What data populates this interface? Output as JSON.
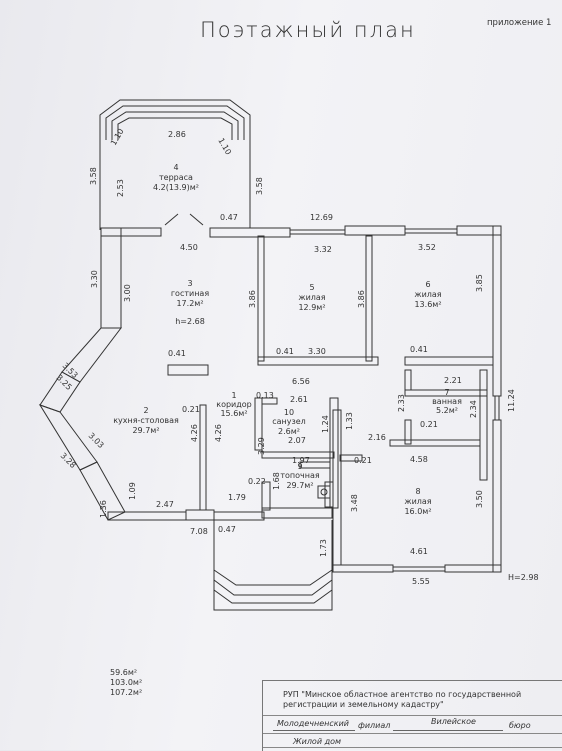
{
  "header": {
    "title": "Поэтажный план",
    "appendix": "приложение 1"
  },
  "rooms": [
    {
      "num": "4",
      "name": "терраса",
      "area": "4.2(13.9)м²"
    },
    {
      "num": "3",
      "name": "гостиная",
      "area": "17.2м²",
      "height": "h=2.68"
    },
    {
      "num": "5",
      "name": "жилая",
      "area": "12.9м²"
    },
    {
      "num": "6",
      "name": "жилая",
      "area": "13.6м²"
    },
    {
      "num": "1",
      "name": "коридор",
      "area": "15.6м²"
    },
    {
      "num": "2",
      "name": "кухня-столовая",
      "area": "29.7м²"
    },
    {
      "num": "10",
      "name": "санузел",
      "area": "2.6м²"
    },
    {
      "num": "7",
      "name": "ванная",
      "area": "5.2м²"
    },
    {
      "num": "9",
      "name": "топочная",
      "area": "29.7м²"
    },
    {
      "num": "8",
      "name": "жилая",
      "area": "16.0м²"
    }
  ],
  "dimensions": {
    "terrace_top": "2.86",
    "terrace_diag_left": "1.10",
    "terrace_diag_right": "1.10",
    "terrace_outer_left": "3.58",
    "terrace_inner_left": "2.53",
    "terrace_right": "3.58",
    "terrace_wall": "0.47",
    "top_total": "12.69",
    "living_top": "4.50",
    "room5_top": "3.32",
    "room6_top": "3.52",
    "living_left_outer": "3.30",
    "living_left_inner": "3.00",
    "room5_left": "3.86",
    "room5_right": "3.86",
    "room6_right": "3.85",
    "living_wall": "0.41",
    "room5_wall": "0.41",
    "room5_bottom": "3.30",
    "room6_wall": "0.41",
    "corridor_len": "6.56",
    "bath_top": "2.21",
    "bath_left": "2.33",
    "bath_right": "2.34",
    "right_total": "11.24",
    "bath_wall": "0.21",
    "kitchen_diag1": "3.53",
    "kitchen_diag2": "3.25",
    "kitchen_diag3": "3.03",
    "kitchen_diag4": "3.28",
    "kitchen_wall": "0.21",
    "kitchen_right": "4.26",
    "corridor_left": "4.26",
    "wc_wall": "0.13",
    "wc_top": "2.61",
    "wc_left": "3.29",
    "wc_bottom": "2.07",
    "wc_right": "1.24",
    "hall_right": "1.33",
    "hall_width": "2.16",
    "wc_door": "0.21",
    "boiler_top": "1.97",
    "boiler_wall": "0.22",
    "boiler_side": "1.68",
    "bath_bottom": "4.58",
    "kitchen_bottom_left": "1.36",
    "kitchen_left": "1.09",
    "kitchen_bottom": "2.47",
    "entry_wall": "1.79",
    "bottom_left": "7.08",
    "entry_door_wall": "0.47",
    "porch_side": "1.73",
    "room8_left": "3.48",
    "room8_right": "3.50",
    "room8_bottom": "4.61",
    "bottom_right": "5.55",
    "height_right": "H=2.98"
  },
  "totals": [
    "59.6м²",
    "103.0м²",
    "107.2м²"
  ],
  "stamp": {
    "org": "РУП \"Минское областное агентство по государственной регистрации и земельному кадастру\"",
    "branch_left": "Молодечненский",
    "branch_mid": "филиал",
    "branch_right": "Вилейское",
    "branch_end": "бюро",
    "object": "Жилой дом"
  }
}
